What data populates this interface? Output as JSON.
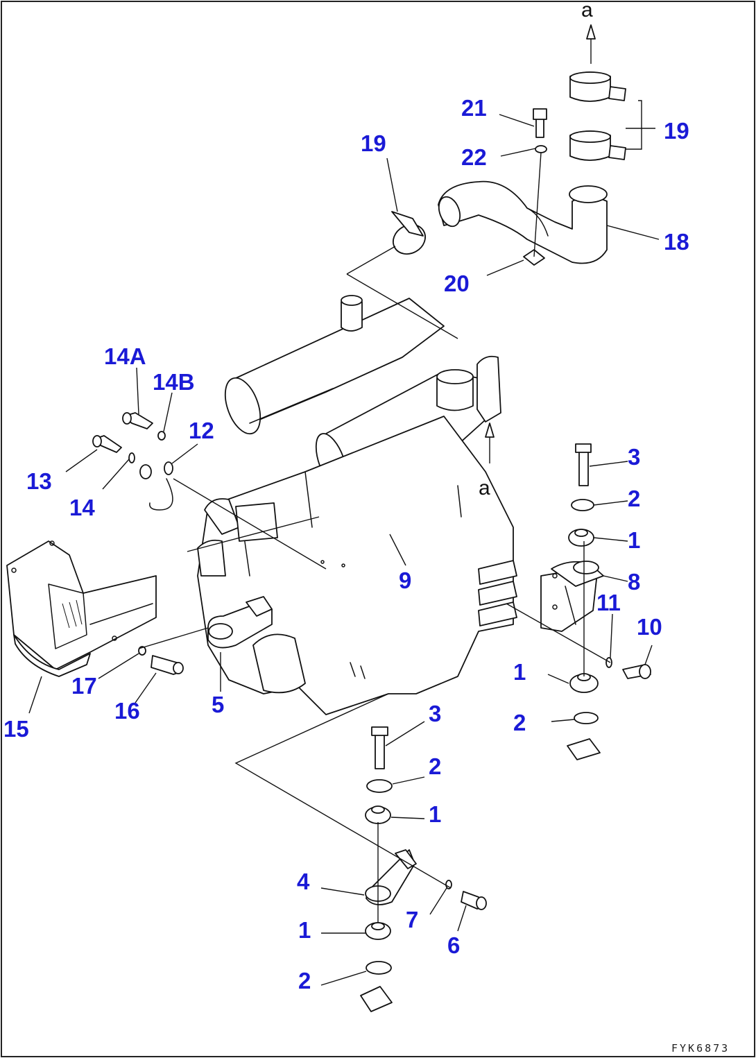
{
  "drawing_code": "FYK6873",
  "ref_marks": {
    "top": "a",
    "engine": "a"
  },
  "callouts": {
    "c1a": "1",
    "c1b": "1",
    "c1c": "1",
    "c1d": "1",
    "c2a": "2",
    "c2b": "2",
    "c2c": "2",
    "c2d": "2",
    "c3a": "3",
    "c3b": "3",
    "c4": "4",
    "c5": "5",
    "c6": "6",
    "c7": "7",
    "c8": "8",
    "c9": "9",
    "c10": "10",
    "c11": "11",
    "c12": "12",
    "c13": "13",
    "c14": "14",
    "c14A": "14A",
    "c14B": "14B",
    "c15": "15",
    "c16": "16",
    "c17": "17",
    "c18": "18",
    "c19a": "19",
    "c19b": "19",
    "c20": "20",
    "c21": "21",
    "c22": "22"
  }
}
